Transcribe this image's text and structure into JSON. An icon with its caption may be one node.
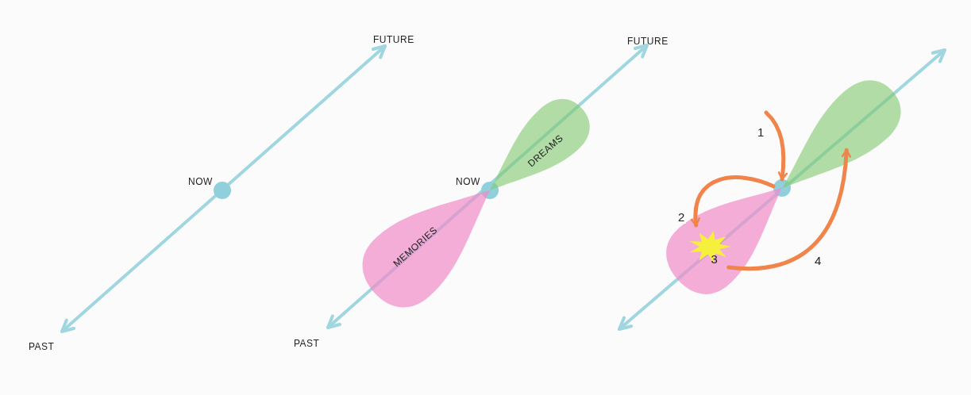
{
  "diagram": {
    "nodes": [
      {
        "text": [
          "NOW"
        ]
      },
      {
        "text": [
          "NOW"
        ]
      },
      {
        "text": [
          "DREAMS"
        ]
      },
      {
        "text": [
          "MEMORIES"
        ]
      },
      {
        "text": [],
        "shape": "circle"
      },
      {
        "text": [],
        "shape": "drop"
      },
      {
        "text": [],
        "shape": "drop"
      },
      {
        "text": [
          "3"
        ],
        "in": 6
      }
    ],
    "edges": [
      {
        "from": null,
        "to": 4,
        "arrow": "to",
        "label": "1"
      },
      {
        "from": 4,
        "to": 7,
        "arrow": "to",
        "label": "2"
      },
      {
        "from": 7,
        "to": 5,
        "arrow": "to",
        "label": "4"
      }
    ],
    "labels": [
      "FUTURE",
      "FUTURE",
      "PAST",
      "PAST"
    ]
  }
}
